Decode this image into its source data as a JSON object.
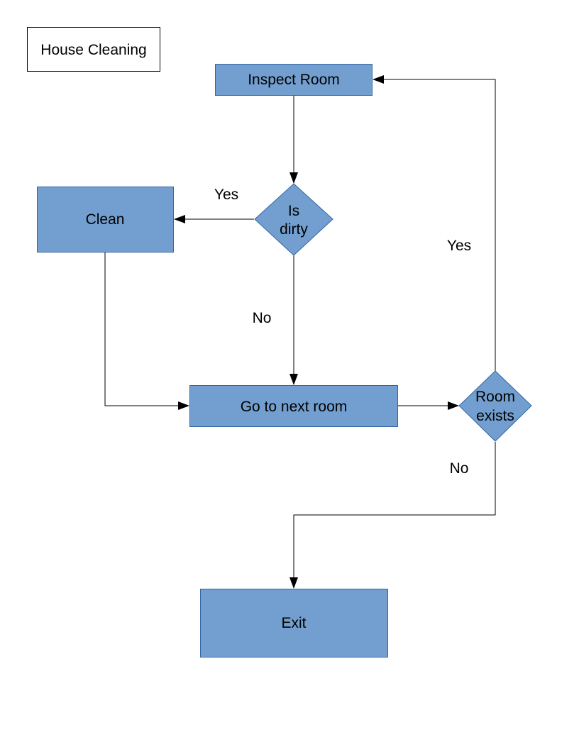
{
  "diagram": {
    "title": "House Cleaning",
    "colors": {
      "node_fill": "#729fcf",
      "node_stroke": "#3465a4",
      "line": "#000000"
    },
    "nodes": {
      "inspect_room": "Inspect Room",
      "is_dirty": [
        "Is",
        "dirty"
      ],
      "clean": "Clean",
      "go_next_room": "Go to next room",
      "room_exists": [
        "Room",
        "exists"
      ],
      "exit": "Exit"
    },
    "edges": {
      "dirty_yes": "Yes",
      "dirty_no": "No",
      "exists_yes": "Yes",
      "exists_no": "No"
    }
  }
}
